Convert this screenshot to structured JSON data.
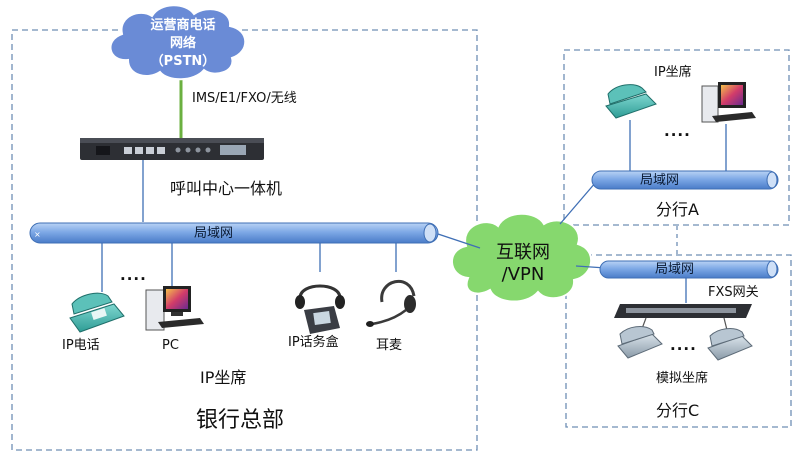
{
  "pstn_cloud": {
    "line1": "运营商电话",
    "line2": "网络",
    "line3": "（PSTN）"
  },
  "trunk_label": "IMS/E1/FXO/无线",
  "hq": {
    "device_label": "呼叫中心一体机",
    "lan_label": "局域网",
    "dots": "....",
    "terminals": {
      "ip_phone": "IP电话",
      "pc": "PC",
      "ip_box": "IP话务盒",
      "headset": "耳麦"
    },
    "group_label": "IP坐席",
    "site_label": "银行总部"
  },
  "internet_cloud": {
    "line1": "互联网",
    "line2": "/VPN"
  },
  "branch_a": {
    "seat_label": "IP坐席",
    "dots": "....",
    "lan_label": "局域网",
    "site_label": "分行A"
  },
  "branch_c": {
    "lan_label": "局域网",
    "gateway_label": "FXS网关",
    "dots": "....",
    "seat_label": "模拟坐席",
    "site_label": "分行C"
  },
  "colors": {
    "lan_bus": "#8ab4e8",
    "lan_bus_dark": "#3f6fb5",
    "pstn_cloud": "#6a8bd6",
    "internet_cloud": "#86d86e",
    "dashed_frame": "#6f8fb5",
    "trunk_line": "#6bb040"
  }
}
